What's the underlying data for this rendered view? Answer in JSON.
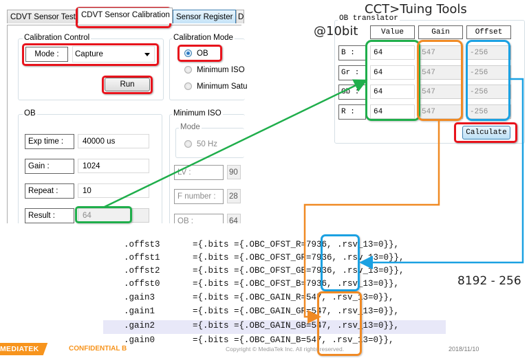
{
  "app": {
    "tabs": [
      {
        "label": "CDVT Sensor Test",
        "active": false
      },
      {
        "label": "CDVT Sensor Calibration",
        "active": true
      },
      {
        "label": "Sensor Register",
        "active": false
      },
      {
        "label": "D",
        "active": false
      }
    ],
    "calibration_control": {
      "title": "Calibration Control",
      "mode_label": "Mode :",
      "mode_value": "Capture",
      "run_label": "Run"
    },
    "calibration_mode": {
      "title": "Calibration Mode",
      "options": [
        {
          "label": "OB",
          "selected": true
        },
        {
          "label": "Minimum ISO",
          "selected": false
        },
        {
          "label": "Minimum Satu",
          "selected": false
        }
      ]
    },
    "ob": {
      "title": "OB",
      "fields": [
        {
          "label": "Exp time :",
          "value": "40000 us"
        },
        {
          "label": "Gain :",
          "value": "1024"
        },
        {
          "label": "Repeat :",
          "value": "10"
        },
        {
          "label": "Result :",
          "value": "64"
        }
      ]
    },
    "minimum_iso": {
      "title": "Minimum ISO",
      "mode_title": "Mode",
      "mode_option": "50 Hz",
      "fields": [
        {
          "label": "LV :",
          "value": "90"
        },
        {
          "label": "F number :",
          "value": "28"
        },
        {
          "label": "OB :",
          "value": "64"
        }
      ]
    }
  },
  "annotations": {
    "cct_title": "CCT>Tuing Tools",
    "bit_depth": "@10bit",
    "formula": "8192 - 256",
    "colors": {
      "red": "#e8131c",
      "green": "#1fae4b",
      "orange": "#f08a24",
      "blue": "#1ba1e2"
    }
  },
  "ob_translator": {
    "title": "OB translator",
    "columns": [
      "Value",
      "Gain",
      "Offset"
    ],
    "rows": [
      {
        "label": "B :",
        "value": "64",
        "gain": "547",
        "offset": "-256"
      },
      {
        "label": "Gr :",
        "value": "64",
        "gain": "547",
        "offset": "-256"
      },
      {
        "label": "Gb :",
        "value": "64",
        "gain": "547",
        "offset": "-256"
      },
      {
        "label": "R :",
        "value": "64",
        "gain": "547",
        "offset": "-256"
      }
    ],
    "calculate_label": "Calculate"
  },
  "code": {
    "lines": [
      {
        "name": ".offst3",
        "rest": "={.bits ={.OBC_OFST_R=7936, .rsv_13=0}},"
      },
      {
        "name": ".offst1",
        "rest": "={.bits ={.OBC_OFST_GR=7936, .rsv_13=0}},"
      },
      {
        "name": ".offst2",
        "rest": "={.bits ={.OBC_OFST_GB=7936, .rsv_13=0}},"
      },
      {
        "name": ".offst0",
        "rest": "={.bits ={.OBC_OFST_B=7936, .rsv_13=0}},"
      },
      {
        "name": ".gain3",
        "rest": "={.bits ={.OBC_GAIN_R=547, .rsv_13=0}},"
      },
      {
        "name": ".gain1",
        "rest": "={.bits ={.OBC_GAIN_GR=547, .rsv_13=0}},"
      },
      {
        "name": ".gain2",
        "rest": "={.bits ={.OBC_GAIN_GB=547, .rsv_13=0}},"
      },
      {
        "name": ".gain0",
        "rest": "={.bits ={.OBC_GAIN_B=547, .rsv_13=0}},"
      }
    ]
  },
  "footer": {
    "logo": "MEDIATEK",
    "confidential": "CONFIDENTIAL B",
    "copyright": "Copyright © MediaTek Inc. All rights reserved.",
    "date": "2018/11/10"
  }
}
